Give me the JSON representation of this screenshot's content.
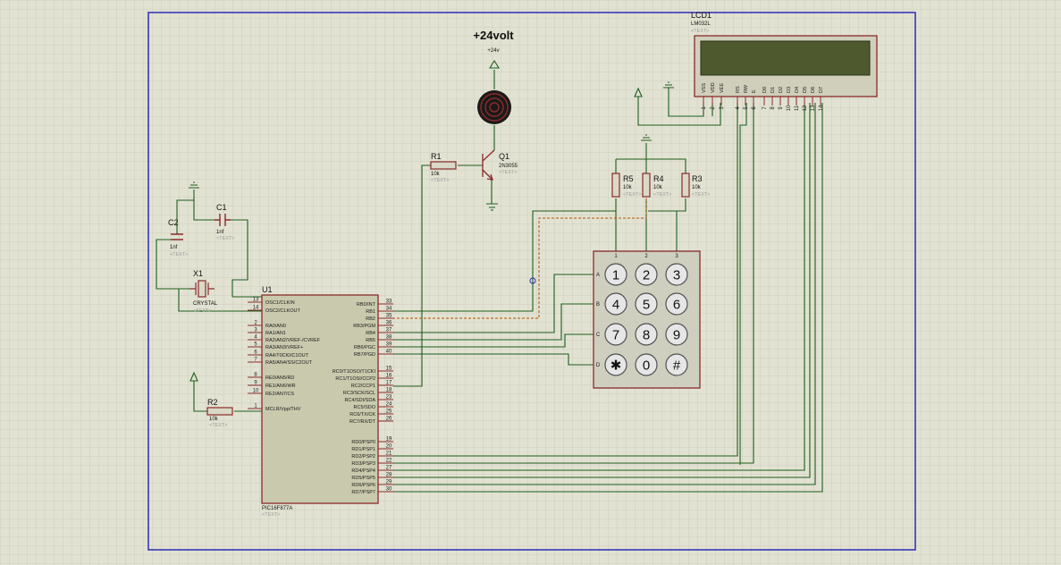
{
  "colors": {
    "background": "#e2e2d2",
    "grid": "#c9c9b7",
    "frame": "#2b2bb8",
    "wire": "#1c5e1c",
    "component": "#8a2a2a",
    "ic_body": "#c9c9ad",
    "lcd_screen": "#4e5a2e",
    "selected_wire": "#b35200",
    "keypad_body": "#cfcfbf"
  },
  "power": {
    "title": "+24volt",
    "terminal_label": "+24v"
  },
  "lcd": {
    "ref": "LCD1",
    "model": "LM032L",
    "placeholder": "<TEXT>",
    "pin_names": [
      "VSS",
      "VDD",
      "VEE",
      "RS",
      "RW",
      "E",
      "D0",
      "D1",
      "D2",
      "D3",
      "D4",
      "D5",
      "D6",
      "D7"
    ],
    "pin_numbers": [
      "1",
      "2",
      "3",
      "4",
      "5",
      "6",
      "7",
      "8",
      "9",
      "10",
      "11",
      "12",
      "13",
      "14"
    ]
  },
  "transistor": {
    "ref": "Q1",
    "model": "2N3055",
    "placeholder": "<TEXT>",
    "icon": "npn-transistor-icon"
  },
  "motor": {
    "icon": "motor-coil-icon"
  },
  "resistors": {
    "r1": {
      "ref": "R1",
      "value": "10k",
      "placeholder": "<TEXT>"
    },
    "r2": {
      "ref": "R2",
      "value": "10k",
      "placeholder": "<TEXT>"
    },
    "r3": {
      "ref": "R3",
      "value": "10k",
      "placeholder": "<TEXT>"
    },
    "r4": {
      "ref": "R4",
      "value": "10k",
      "placeholder": "<TEXT>"
    },
    "r5": {
      "ref": "R5",
      "value": "10k",
      "placeholder": "<TEXT>"
    }
  },
  "capacitors": {
    "c1": {
      "ref": "C1",
      "value": "1nf",
      "placeholder": "<TEXT>"
    },
    "c2": {
      "ref": "C2",
      "value": "1nf",
      "placeholder": "<TEXT>"
    }
  },
  "crystal": {
    "ref": "X1",
    "value": "CRYSTAL",
    "placeholder": "<TEXT>"
  },
  "mcu": {
    "ref": "U1",
    "part": "PIC16F877A",
    "placeholder": "<TEXT>",
    "left_pins": [
      {
        "num": "13",
        "name": "OSC1/CLKIN"
      },
      {
        "num": "14",
        "name": "OSC2/CLKOUT"
      },
      {
        "num": "2",
        "name": "RA0/AN0"
      },
      {
        "num": "3",
        "name": "RA1/AN1"
      },
      {
        "num": "4",
        "name": "RA2/AN2/VREF-/CVREF"
      },
      {
        "num": "5",
        "name": "RA3/AN3/VREF+"
      },
      {
        "num": "6",
        "name": "RA4/T0CKI/C1OUT"
      },
      {
        "num": "7",
        "name": "RA5/AN4/SS/C2OUT"
      },
      {
        "num": "8",
        "name": "RE0/AN5/RD"
      },
      {
        "num": "9",
        "name": "RE1/AN6/WR"
      },
      {
        "num": "10",
        "name": "RE2/AN7/CS"
      },
      {
        "num": "1",
        "name": "MCLR/Vpp/THV"
      }
    ],
    "right_pins": [
      {
        "num": "33",
        "name": "RB0/INT"
      },
      {
        "num": "34",
        "name": "RB1"
      },
      {
        "num": "35",
        "name": "RB2"
      },
      {
        "num": "36",
        "name": "RB3/PGM"
      },
      {
        "num": "37",
        "name": "RB4"
      },
      {
        "num": "38",
        "name": "RB5"
      },
      {
        "num": "39",
        "name": "RB6/PGC"
      },
      {
        "num": "40",
        "name": "RB7/PGD"
      },
      {
        "num": "15",
        "name": "RC0/T1OSO/T1CKI"
      },
      {
        "num": "16",
        "name": "RC1/T1OSI/CCP2"
      },
      {
        "num": "17",
        "name": "RC2/CCP1"
      },
      {
        "num": "18",
        "name": "RC3/SCK/SCL"
      },
      {
        "num": "23",
        "name": "RC4/SDI/SDA"
      },
      {
        "num": "24",
        "name": "RC5/SDO"
      },
      {
        "num": "25",
        "name": "RC6/TX/CK"
      },
      {
        "num": "26",
        "name": "RC7/RX/DT"
      },
      {
        "num": "19",
        "name": "RD0/PSP0"
      },
      {
        "num": "20",
        "name": "RD1/PSP1"
      },
      {
        "num": "21",
        "name": "RD2/PSP2"
      },
      {
        "num": "22",
        "name": "RD3/PSP3"
      },
      {
        "num": "27",
        "name": "RD4/PSP4"
      },
      {
        "num": "28",
        "name": "RD5/PSP5"
      },
      {
        "num": "29",
        "name": "RD6/PSP6"
      },
      {
        "num": "30",
        "name": "RD7/PSP7"
      }
    ]
  },
  "keypad": {
    "col_labels": [
      "1",
      "2",
      "3"
    ],
    "row_labels": [
      "A",
      "B",
      "C",
      "D"
    ],
    "keys": [
      "1",
      "2",
      "3",
      "4",
      "5",
      "6",
      "7",
      "8",
      "9",
      "✱",
      "0",
      "#"
    ]
  }
}
